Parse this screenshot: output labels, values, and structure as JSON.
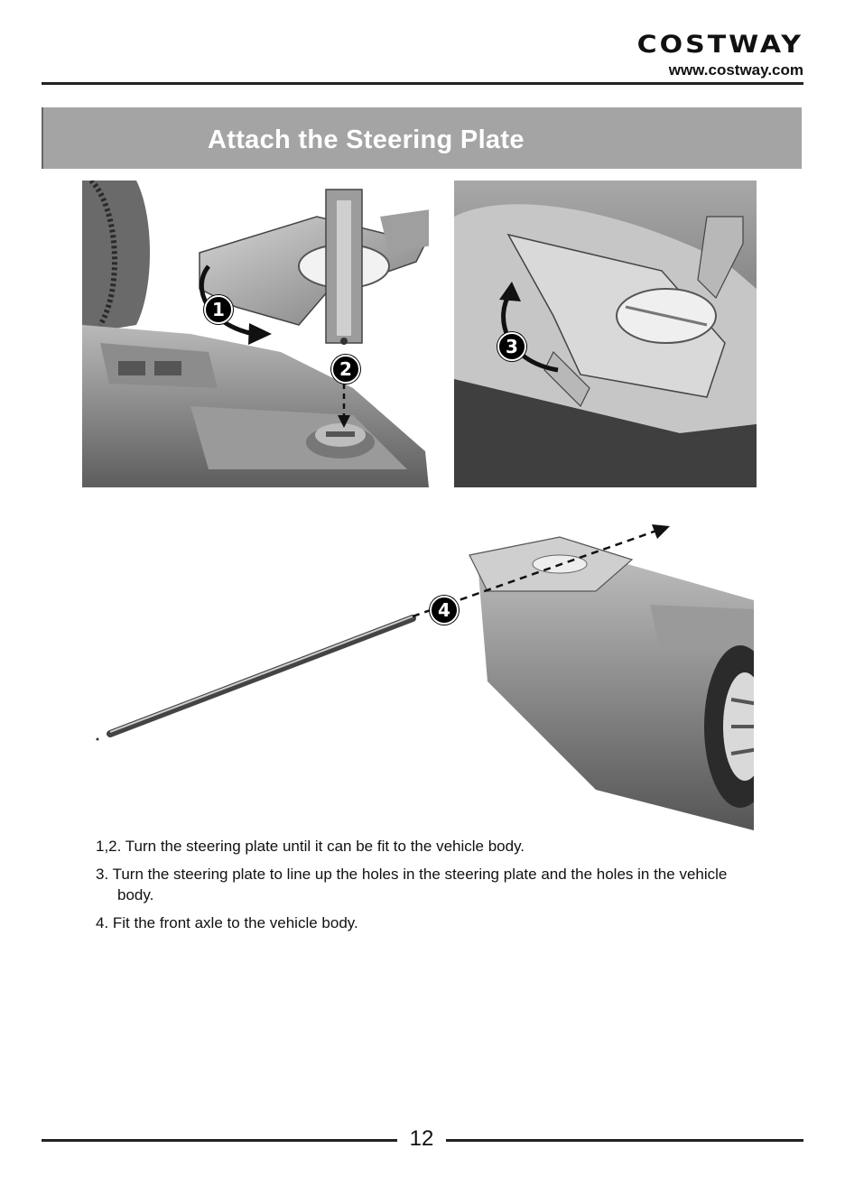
{
  "header": {
    "brand": "COSTWAY",
    "url": "www.costway.com"
  },
  "section": {
    "title": "Attach the Steering Plate"
  },
  "figures": {
    "top_left": {
      "steps": [
        "1",
        "2"
      ]
    },
    "top_right": {
      "steps": [
        "3"
      ]
    },
    "bottom": {
      "steps": [
        "4"
      ]
    }
  },
  "instructions": [
    "1,2. Turn the steering plate until it can be fit to the vehicle body.",
    "3. Turn the steering plate to line up the holes in the steering plate and the holes in the vehicle body.",
    "4. Fit the front axle to the vehicle body."
  ],
  "footer": {
    "page_number": "12"
  },
  "colors": {
    "banner": "#a4a4a4",
    "banner_text": "#ffffff",
    "rule": "#222222"
  }
}
